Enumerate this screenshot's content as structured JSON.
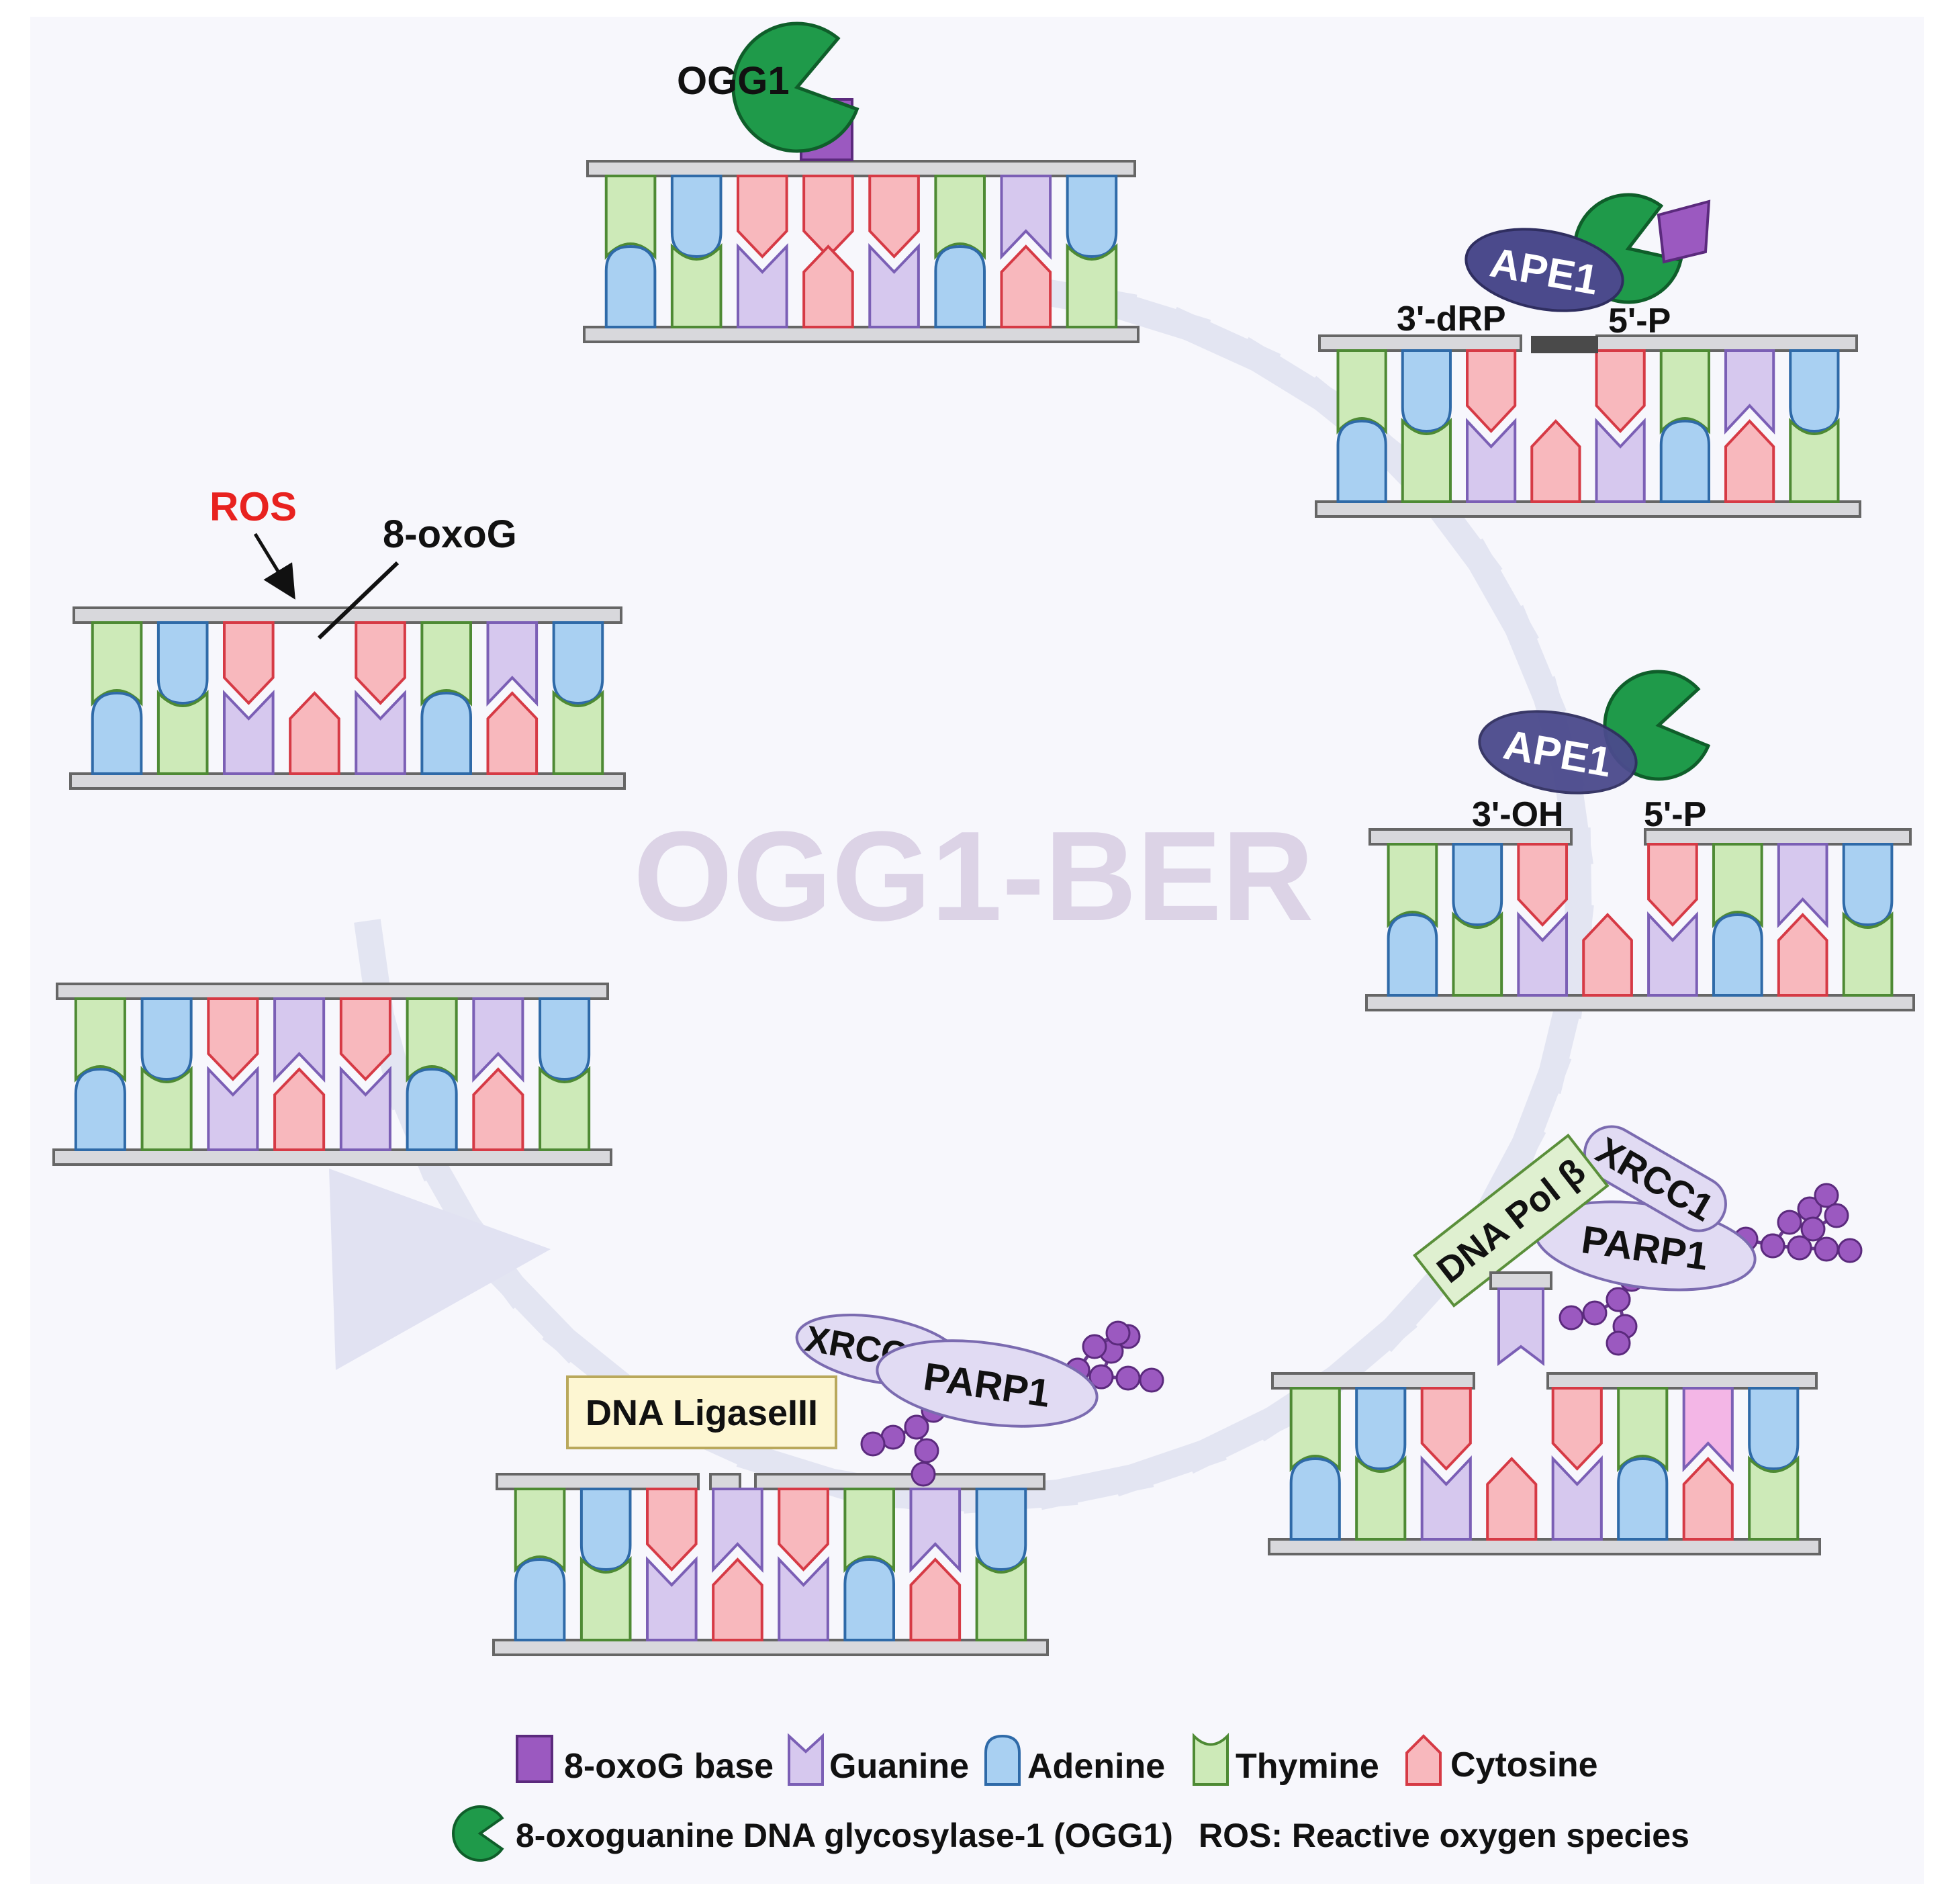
{
  "center_title": "OGG1-BER",
  "labels": {
    "ogg1": "OGG1",
    "ros": "ROS",
    "oxog": "8-oxoG",
    "ape1": "APE1",
    "drp3": "3'-dRP",
    "p5": "5'-P",
    "oh3": "3'-OH",
    "polb": "DNA Pol β",
    "xrcc1": "XRCC1",
    "parp1": "PARP1",
    "ligase": "DNA LigaseIII"
  },
  "legend": {
    "oxog_base": "8-oxoG base",
    "guanine": "Guanine",
    "adenine": "Adenine",
    "thymine": "Thymine",
    "cytosine": "Cytosine",
    "ogg1_full": "8-oxoguanine DNA glycosylase-1 (OGG1)",
    "ros_def": "ROS: Reactive oxygen species"
  },
  "colors": {
    "adenine": "#a9d0f2",
    "thymine": "#cdeab8",
    "guanine": "#d6c8ee",
    "cytosine": "#f8b8bd",
    "oxog": "#9b59c0",
    "ogg1": "#1f9a4a",
    "ape1": "#4b4a8c",
    "ros": "#e8221f",
    "title": "#dcd3e6"
  }
}
